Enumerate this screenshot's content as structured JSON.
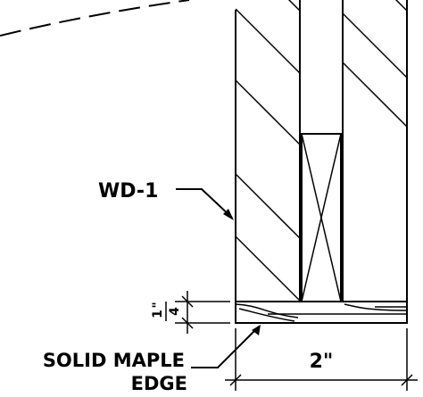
{
  "drawing": {
    "labels": {
      "material_tag": "WD-1",
      "edge_label_line1": "SOLID MAPLE",
      "edge_label_line2": "EDGE",
      "width_dimension": "2\"",
      "thickness_num": "1",
      "thickness_inch": "\"",
      "thickness_den": "4"
    }
  }
}
